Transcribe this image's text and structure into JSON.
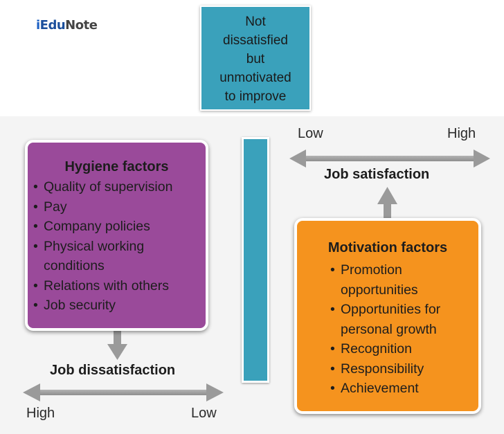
{
  "logo": {
    "part1": "i",
    "part2": "Edu",
    "part3": "Note"
  },
  "top_box": {
    "lines": [
      "Not",
      "dissatisfied",
      "but",
      "unmotivated",
      "to improve"
    ]
  },
  "hygiene": {
    "title": "Hygiene factors",
    "items": [
      "Quality of supervision",
      "Pay",
      "Company policies",
      "Physical working",
      "conditions",
      "Relations with others",
      "Job security"
    ],
    "color": "#9a4a9a"
  },
  "motivation": {
    "title": "Motivation factors",
    "items": [
      "Promotion",
      "opportunities",
      "Opportunities for",
      "personal growth",
      "Recognition",
      "Responsibility",
      "Achievement"
    ],
    "color": "#f5931e"
  },
  "satisfaction_axis": {
    "low": "Low",
    "high": "High",
    "title": "Job satisfaction"
  },
  "dissatisfaction_axis": {
    "high": "High",
    "low": "Low",
    "title": "Job dissatisfaction"
  },
  "bullet": "•",
  "colors": {
    "teal": "#3aa1bb",
    "arrow": "#9b9b9b"
  }
}
